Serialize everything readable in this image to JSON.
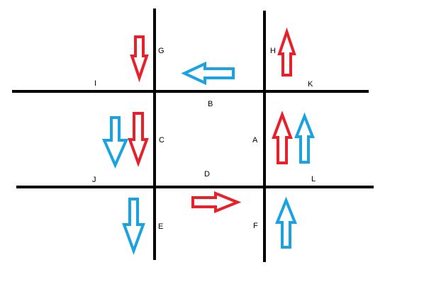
{
  "colors": {
    "red": "#e8202a",
    "blue": "#1aa3e0",
    "road": "#000000"
  },
  "labels": {
    "G": "G",
    "H": "H",
    "I": "I",
    "K": "K",
    "B": "B",
    "C": "C",
    "A": "A",
    "D": "D",
    "J": "J",
    "L": "L",
    "E": "E",
    "F": "F"
  },
  "arrows": [
    {
      "segment": "G",
      "color": "red",
      "direction": "down"
    },
    {
      "segment": "B",
      "color": "blue",
      "direction": "left"
    },
    {
      "segment": "H",
      "color": "red",
      "direction": "up"
    },
    {
      "segment": "C",
      "color": "blue",
      "direction": "down"
    },
    {
      "segment": "C",
      "color": "red",
      "direction": "down"
    },
    {
      "segment": "A",
      "color": "red",
      "direction": "up"
    },
    {
      "segment": "A",
      "color": "blue",
      "direction": "up"
    },
    {
      "segment": "D",
      "color": "red",
      "direction": "right"
    },
    {
      "segment": "E",
      "color": "blue",
      "direction": "down"
    },
    {
      "segment": "F",
      "color": "blue",
      "direction": "up"
    }
  ]
}
